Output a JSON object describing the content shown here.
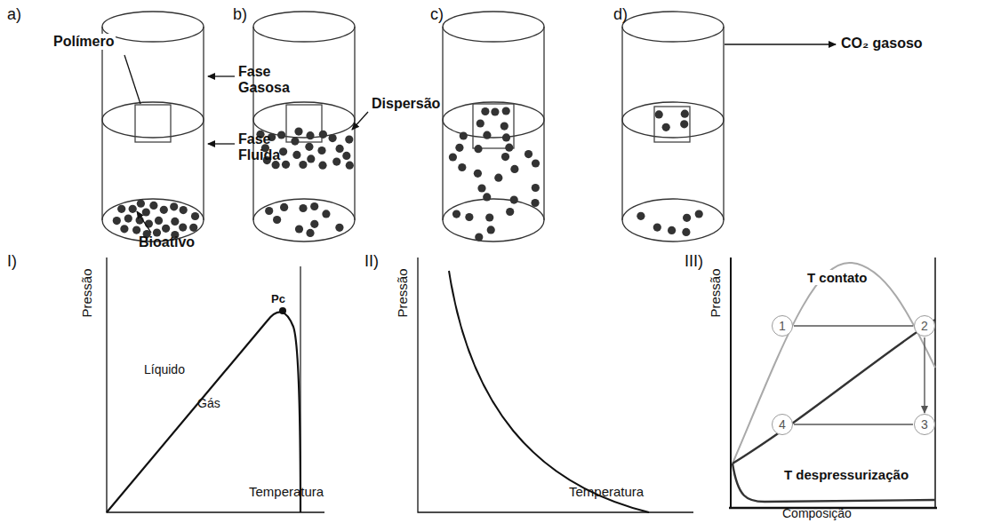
{
  "diagram": {
    "nodes": [
      {
        "text": [
          "1"
        ]
      },
      {
        "text": [
          "2"
        ]
      },
      {
        "text": [
          "3"
        ]
      },
      {
        "text": [
          "4"
        ]
      }
    ],
    "edges": [
      {
        "from": 0,
        "to": 1,
        "arrow": "none"
      },
      {
        "from": 1,
        "to": 2,
        "arrow": "to"
      },
      {
        "from": 3,
        "to": 2,
        "arrow": "none"
      }
    ],
    "labels": [
      "a)",
      "Polímero",
      "Fase Gasosa",
      "Fase Fluida",
      "Bioativo",
      "b)",
      "Dispersão",
      "c)",
      "d)",
      "CO₂ gasoso",
      "I)",
      "Pressão",
      "Pc",
      "Líquido",
      "Gás",
      "Temperatura",
      "II)",
      "Pressão",
      "Temperatura",
      "III)",
      "Pressão",
      "T contato",
      "T despressurização",
      "Composição"
    ]
  }
}
